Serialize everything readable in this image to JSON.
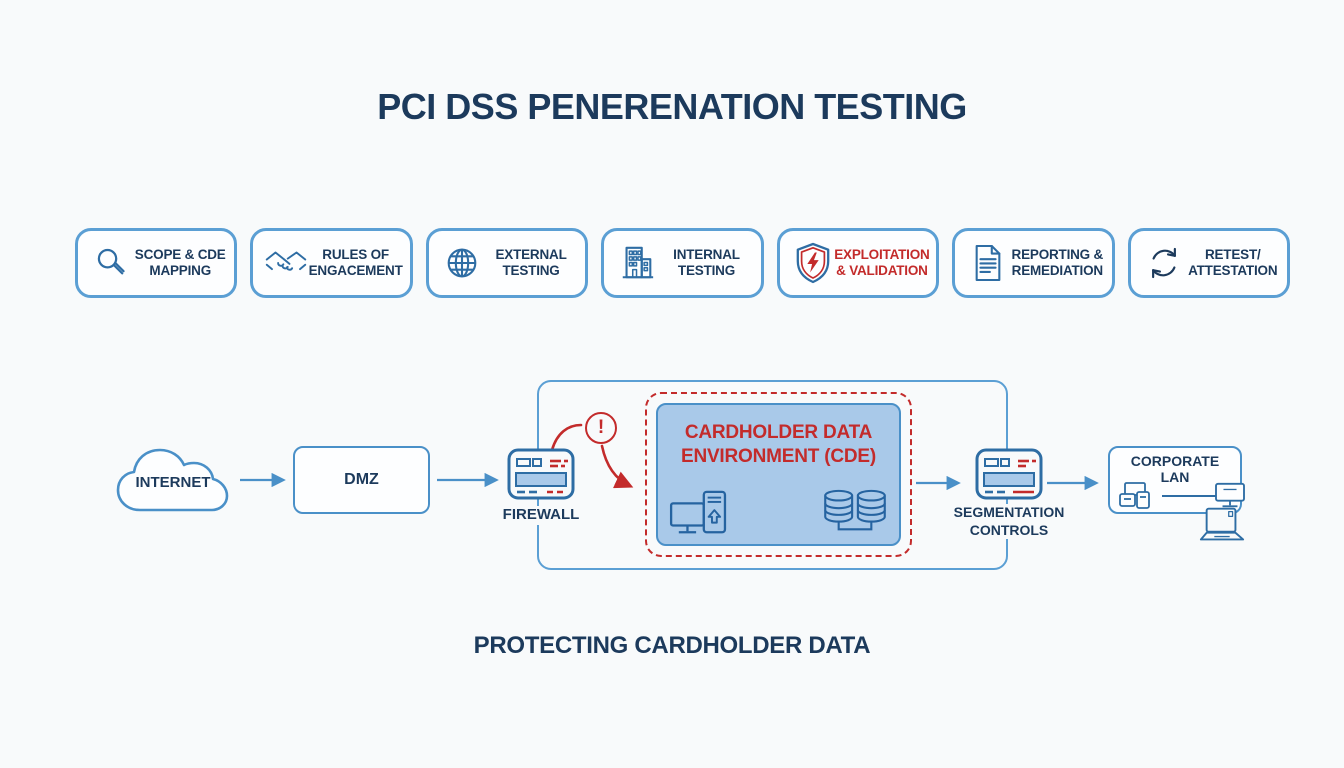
{
  "title": "PCI DSS PENERENATION TESTING",
  "caption": "PROTECTING CARDHOLDER DATA",
  "colors": {
    "navy_text": "#1c3a5c",
    "box_border_blue": "#5b9fd4",
    "icon_blue": "#2e6da4",
    "alert_red": "#c32b2b",
    "cde_fill": "#a9c9e9",
    "background": "#f8fafb"
  },
  "steps": [
    {
      "label": "SCOPE & CDE\nMAPPING",
      "icon": "magnifier-icon"
    },
    {
      "label": "RULES OF\nENGACEMENT",
      "icon": "handshake-icon"
    },
    {
      "label": "EXTERNAL\nTESTING",
      "icon": "globe-icon"
    },
    {
      "label": "INTERNAL\nTESTING",
      "icon": "building-icon"
    },
    {
      "label": "EXPLOITATION\n& VALIDATION",
      "icon": "shield-bolt-icon"
    },
    {
      "label": "REPORTING &\nREMEDIATION",
      "icon": "document-icon"
    },
    {
      "label": "RETEST/\nATTESTATION",
      "icon": "refresh-icon"
    }
  ],
  "network": {
    "internet_label": "INTERNET",
    "dmz_label": "DMZ",
    "firewall_label": "FIREWALL",
    "alert_symbol": "!",
    "cde_title_line1": "CARDHOLDER DATA",
    "cde_title_line2": "ENVIRONMENT (CDE)",
    "segmentation_line1": "SEGMENTATION",
    "segmentation_line2": "CONTROLS",
    "corporate_line1": "CORPORATE",
    "corporate_line2": "LAN"
  }
}
